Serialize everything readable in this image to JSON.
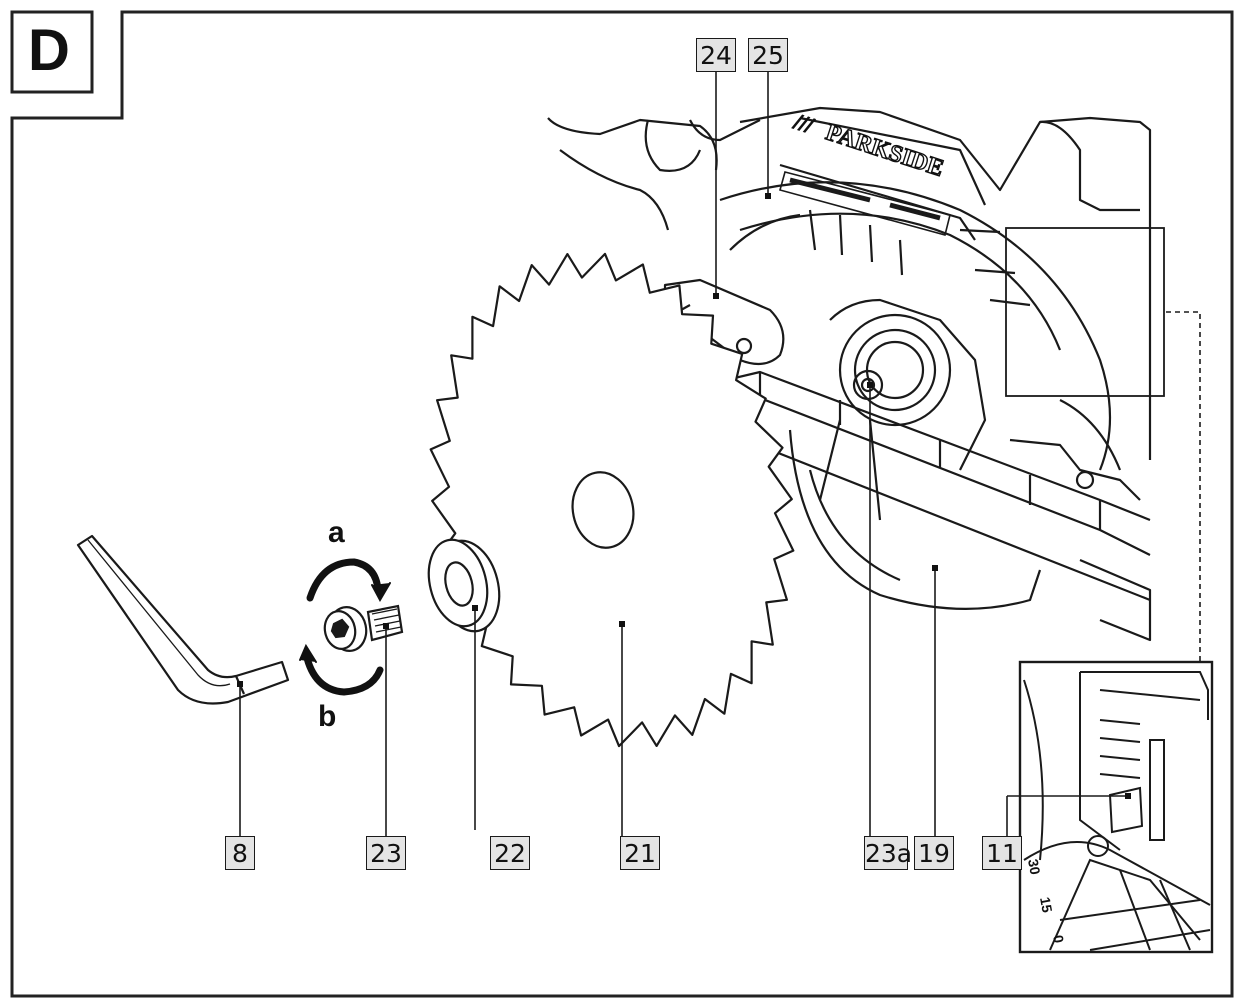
{
  "figure": {
    "panel_letter": "D",
    "brand_text": "PARKSIDE",
    "brand_mark": "///",
    "callouts": [
      "8",
      "23",
      "22",
      "21",
      "23a",
      "19",
      "11",
      "24",
      "25"
    ],
    "rotation_labels": {
      "a": "a",
      "b": "b"
    },
    "scale_marks": [
      "30",
      "15",
      "0"
    ]
  }
}
